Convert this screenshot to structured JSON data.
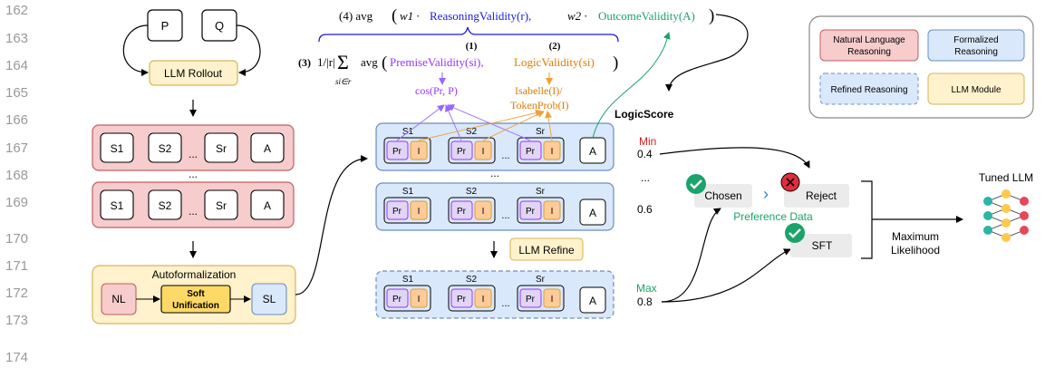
{
  "line_numbers": [
    "162",
    "163",
    "164",
    "165",
    "166",
    "167",
    "168",
    "169",
    "170",
    "171",
    "172",
    "173",
    "174"
  ],
  "top_left": {
    "p": "P",
    "q": "Q",
    "rollout": "LLM Rollout"
  },
  "steps": {
    "s1": "S1",
    "s2": "S2",
    "sr": "Sr",
    "a": "A",
    "dots": "..."
  },
  "autoform": {
    "title": "Autoformalization",
    "nl": "NL",
    "soft1": "Soft",
    "soft2": "Unification",
    "sl": "SL"
  },
  "formula": {
    "line4_prefix": "(4) avg",
    "w1": "w1 ·",
    "reasoning": "ReasoningValidity(r),",
    "w2": "w2 ·",
    "outcome": "OutcomeValidity(A)",
    "line3_prefix": "(3)",
    "frac": "1/|r|",
    "sum": "Σ",
    "sum_sub": "si∈r",
    "avg": "avg",
    "premise": "PremiseValidity(si),",
    "logic": "LogicValidity(si)",
    "num1": "(1)",
    "num2": "(2)",
    "cos": "cos(Pr, P)",
    "isabelle1": "Isabelle(I)/",
    "isabelle2": "TokenProb(I)"
  },
  "logicscore": "LogicScore",
  "chain": {
    "pr": "Pr",
    "i": "I"
  },
  "refine": "LLM Refine",
  "scores": {
    "min_label": "Min",
    "min_val": "0.4",
    "dots": "...",
    "mid_val": "0.6",
    "max_label": "Max",
    "max_val": "0.8"
  },
  "preference": {
    "chosen": "Chosen",
    "reject": "Reject",
    "pref_data": "Preference Data",
    "sft": "SFT"
  },
  "ml": {
    "l1": "Maximum",
    "l2": "Likelihood"
  },
  "tuned": "Tuned LLM",
  "legend": {
    "nl1": "Natural Language",
    "nl2": "Reasoning",
    "fr1": "Formalized",
    "fr2": "Reasoning",
    "refined": "Refined Reasoning",
    "module": "LLM Module"
  },
  "colors": {
    "red_fill": "#f6cccc",
    "red_stroke": "#c06060",
    "blue_fill": "#dae8fc",
    "blue_stroke": "#6c8ebf",
    "yellow_fill": "#fff2cc",
    "yellow_stroke": "#d6b656",
    "purple": "#9933ff",
    "orange": "#f0a030",
    "green": "#1aa36a",
    "formula_blue": "#1a1adc"
  }
}
